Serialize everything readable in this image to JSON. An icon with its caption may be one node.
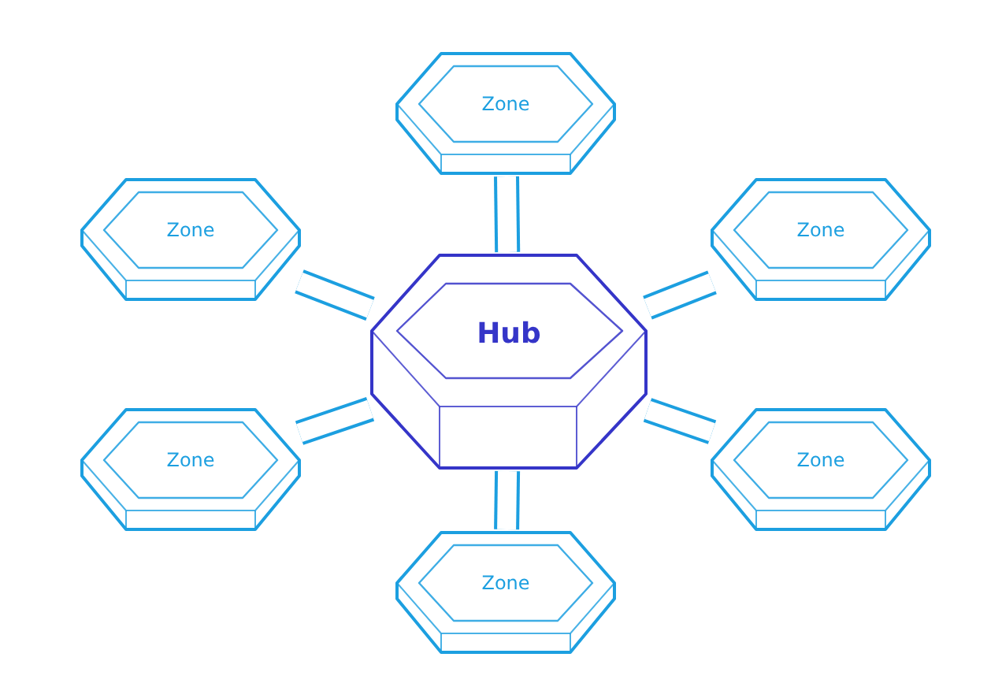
{
  "diagram": {
    "nodes": [
      {
        "text": [
          "Zone"
        ]
      },
      {
        "text": [
          "Zone"
        ]
      },
      {
        "text": [
          "Zone"
        ]
      },
      {
        "text": [
          "Hub"
        ]
      },
      {
        "text": [
          "Zone"
        ]
      },
      {
        "text": [
          "Zone"
        ]
      },
      {
        "text": [
          "Zone"
        ]
      }
    ],
    "edges": [
      {
        "from": 3,
        "to": 0,
        "arrow": "none"
      },
      {
        "from": 3,
        "to": 1,
        "arrow": "none"
      },
      {
        "from": 3,
        "to": 2,
        "arrow": "none"
      },
      {
        "from": 3,
        "to": 4,
        "arrow": "none"
      },
      {
        "from": 3,
        "to": 5,
        "arrow": "none"
      },
      {
        "from": 3,
        "to": 6,
        "arrow": "none"
      }
    ]
  }
}
